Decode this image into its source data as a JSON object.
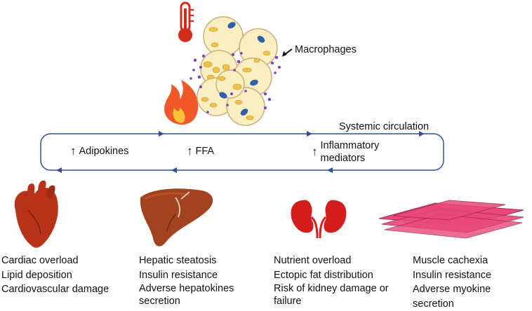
{
  "labels": {
    "macrophages": "Macrophages",
    "systemic_circulation": "Systemic circulation"
  },
  "circulation_items": [
    {
      "icon": "up-arrow-icon",
      "text": "Adipokines"
    },
    {
      "icon": "up-arrow-icon",
      "text": "FFA"
    },
    {
      "icon": "up-arrow-icon",
      "text": "Inflammatory\nmediators"
    }
  ],
  "organs": [
    {
      "icon": "heart-icon",
      "effects": [
        "Cardiac overload",
        "Lipid deposition",
        "Cardiovascular damage"
      ]
    },
    {
      "icon": "liver-icon",
      "effects": [
        "Hepatic steatosis",
        "Insulin resistance",
        "Adverse hepatokines\nsecretion"
      ]
    },
    {
      "icon": "kidney-icon",
      "effects": [
        "Nutrient overload",
        "Ectopic fat distribution",
        "Risk of kidney damage or\nfailure"
      ]
    },
    {
      "icon": "muscle-icon",
      "effects": [
        "Muscle cachexia",
        "Insulin resistance",
        "Adverse myokine secretion"
      ]
    }
  ],
  "colors": {
    "circulation_line": "#2f4e9a",
    "adipocyte_fill": "#fbeec0",
    "adipocyte_stroke": "#c9b07a",
    "nucleus": "#2f5fb0",
    "lipid_droplet": "#f0c24a",
    "macrophage": "#7c3fbf",
    "heart": "#b8321a",
    "liver": "#a2421f",
    "kidney": "#d41e1e",
    "muscle": "#e8487a",
    "thermometer": "#d42a1a",
    "flame": "#f0582a"
  }
}
